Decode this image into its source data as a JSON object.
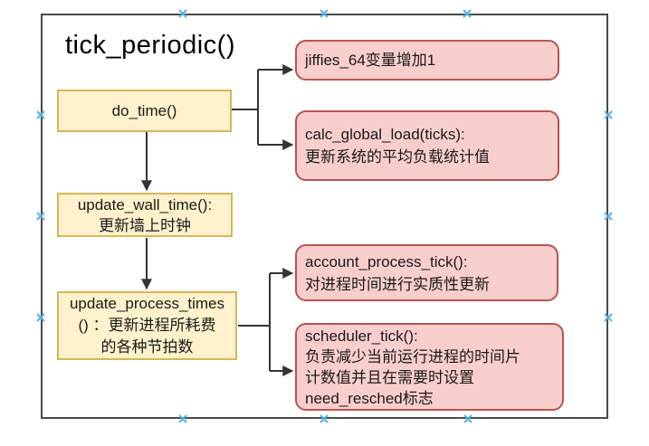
{
  "title": "tick_periodic()",
  "nodes": {
    "do_time": {
      "lines": [
        "do_time()"
      ]
    },
    "update_wall_time": {
      "lines": [
        "update_wall_time():",
        "更新墙上时钟"
      ]
    },
    "update_process_times": {
      "lines": [
        "update_process_times",
        "() ：更新进程所耗费",
        "的各种节拍数"
      ]
    },
    "jiffies_64": {
      "lines": [
        "jiffies_64变量增加1"
      ]
    },
    "calc_global_load": {
      "lines": [
        "calc_global_load(ticks):",
        "更新系统的平均负载统计值"
      ]
    },
    "account_process_tick": {
      "lines": [
        "account_process_tick():",
        "对进程时间进行实质性更新"
      ]
    },
    "scheduler_tick": {
      "lines": [
        "scheduler_tick():",
        "负责减少当前运行进程的时间片",
        "计数值并且在需要时设置",
        "need_resched标志"
      ]
    }
  },
  "icons": {
    "connection_point": "blue-x-cross"
  },
  "colors": {
    "function_box_fill": "#fff2cc",
    "function_box_border": "#d6b656",
    "description_box_fill": "#f8cecc",
    "description_box_border": "#b85450",
    "connector": "#333333",
    "frame_border": "#4a4a4a",
    "connection_point": "#55b1e3"
  }
}
